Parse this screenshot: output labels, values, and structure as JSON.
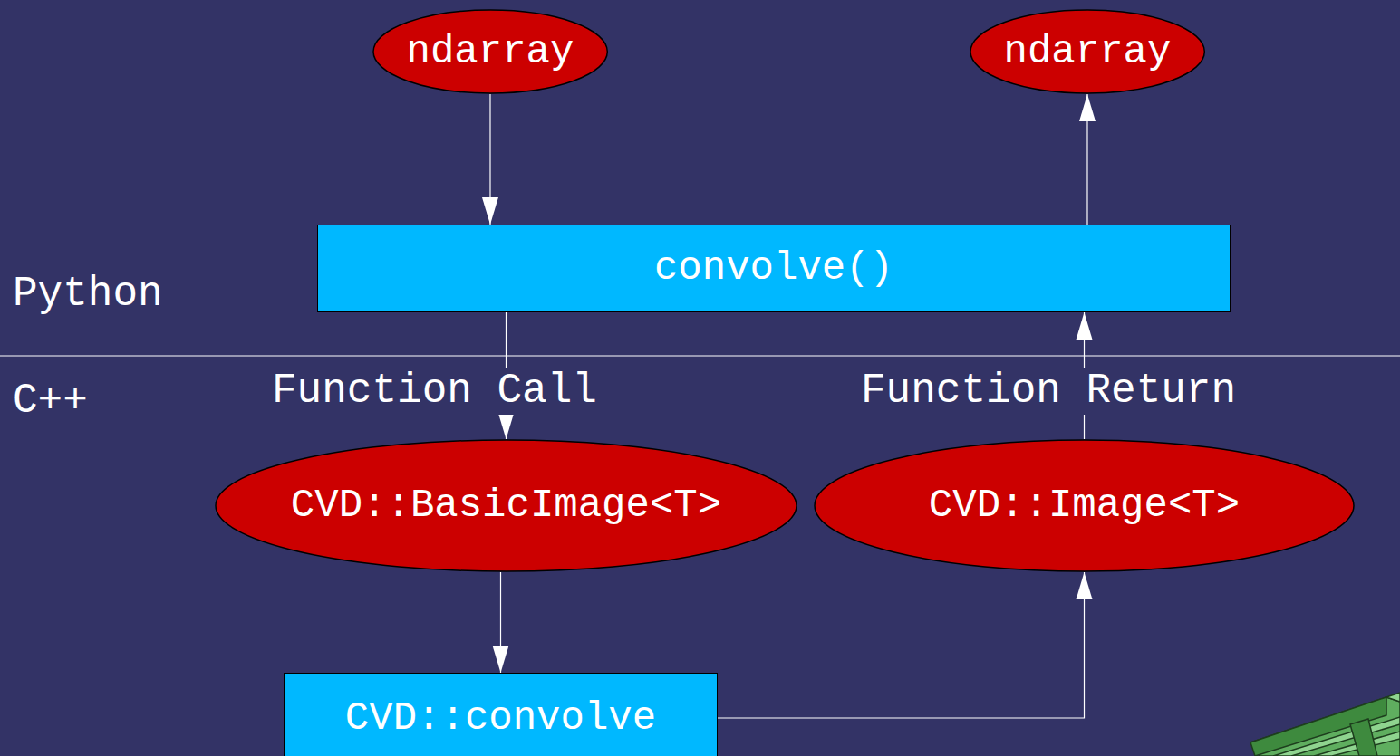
{
  "diagram": {
    "nodes": [
      {
        "text": [
          "ndarray"
        ]
      },
      {
        "text": [
          "ndarray"
        ]
      },
      {
        "text": [
          "convolve()"
        ]
      },
      {
        "text": [
          "CVD::BasicImage<T>"
        ]
      },
      {
        "text": [
          "CVD::Image<T>"
        ]
      },
      {
        "text": [
          "CVD::convolve"
        ]
      }
    ],
    "edges": [
      {
        "from": 0,
        "to": 2,
        "arrow": "to"
      },
      {
        "from": 2,
        "to": 3,
        "arrow": "to"
      },
      {
        "from": 3,
        "to": 5,
        "arrow": "to"
      },
      {
        "from": 5,
        "to": 4,
        "arrow": "to"
      },
      {
        "from": 4,
        "to": 2,
        "arrow": "to"
      },
      {
        "from": 2,
        "to": 1,
        "arrow": "to"
      }
    ],
    "labels": [
      "Python",
      "C++",
      "Function Call",
      "Function Return"
    ]
  }
}
